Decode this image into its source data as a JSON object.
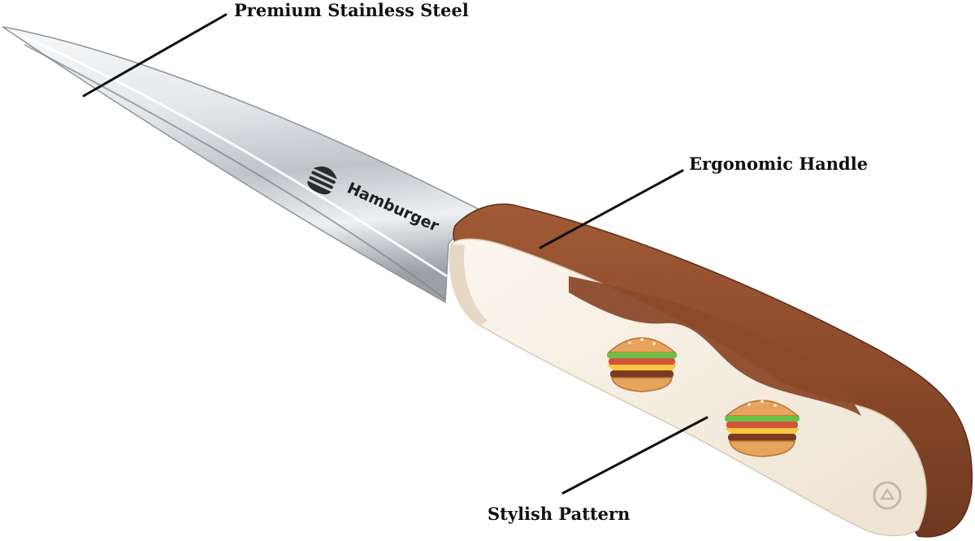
{
  "callouts": {
    "blade": "Premium Stainless Steel",
    "handle": "Ergonomic Handle",
    "pattern": "Stylish Pattern"
  },
  "blade_brand": {
    "text": "Hamburger",
    "icon": "burger-logo-icon"
  },
  "colors": {
    "background": "#ffffff",
    "handle_brown": "#8b4a2b",
    "handle_cream": "#f4ece0",
    "blade_steel": "#d7dadd",
    "callout_line": "#111111"
  },
  "icons": {
    "handle_pattern": "hamburger-icon",
    "handle_emblem": "recycle-emblem-icon"
  }
}
